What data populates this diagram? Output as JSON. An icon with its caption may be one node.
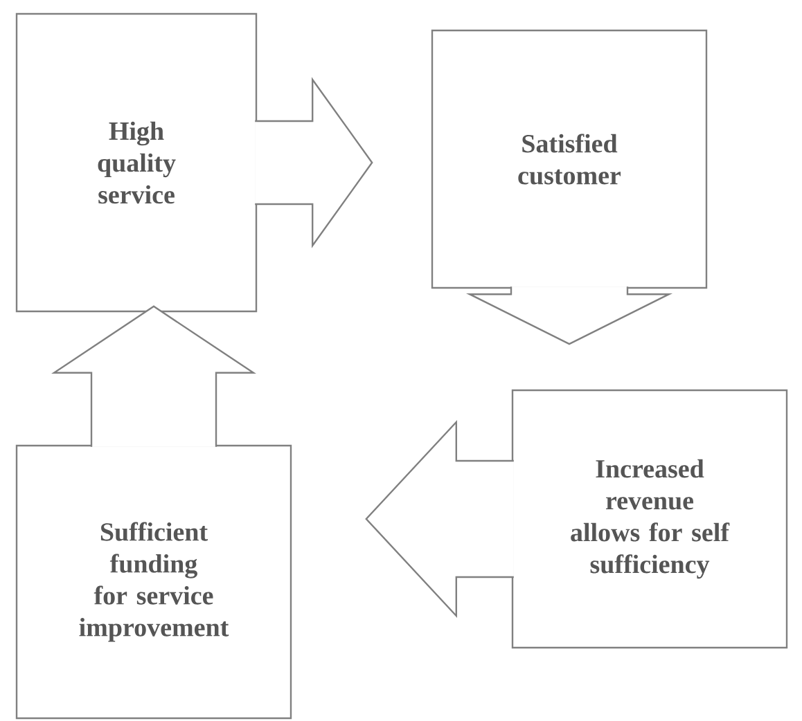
{
  "diagram": {
    "nodes": [
      {
        "text": [
          "High quality service"
        ]
      },
      {
        "text": [
          "Satisfied customer"
        ]
      },
      {
        "text": [
          "Increased revenue allows for self sufficiency"
        ]
      },
      {
        "text": [
          "Sufficient funding for service improvement"
        ]
      }
    ],
    "edges": [
      {
        "from": 0,
        "to": 1,
        "arrow": "to"
      },
      {
        "from": 1,
        "to": 2,
        "arrow": "to"
      },
      {
        "from": 2,
        "to": 3,
        "arrow": "to"
      },
      {
        "from": 3,
        "to": 0,
        "arrow": "to"
      }
    ]
  }
}
